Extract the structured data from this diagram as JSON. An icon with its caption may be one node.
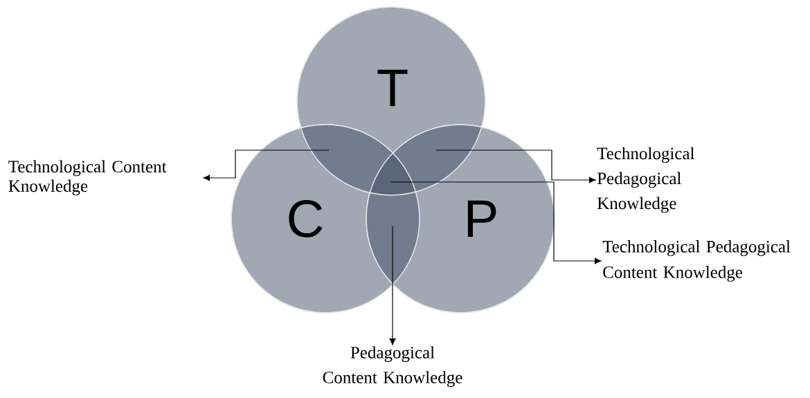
{
  "diagram": {
    "nodes": [
      {
        "text": [
          "T"
        ]
      },
      {
        "text": [
          "C"
        ]
      },
      {
        "text": [
          "P"
        ]
      },
      {
        "text": [
          "Technological Content Knowledge"
        ]
      },
      {
        "text": [
          "Technological Pedagogical Knowledge"
        ]
      },
      {
        "text": [
          "Technological Pedagogical Content Knowledge"
        ]
      },
      {
        "text": [
          "Pedagogical Content Knowledge"
        ]
      }
    ],
    "edges": [
      {
        "from": 1,
        "to": 3,
        "arrow": "to"
      },
      {
        "from": 2,
        "to": 4,
        "arrow": "to"
      },
      {
        "from": 1,
        "to": 5,
        "arrow": "to"
      },
      {
        "from": 1,
        "to": 6,
        "arrow": "to"
      }
    ]
  }
}
